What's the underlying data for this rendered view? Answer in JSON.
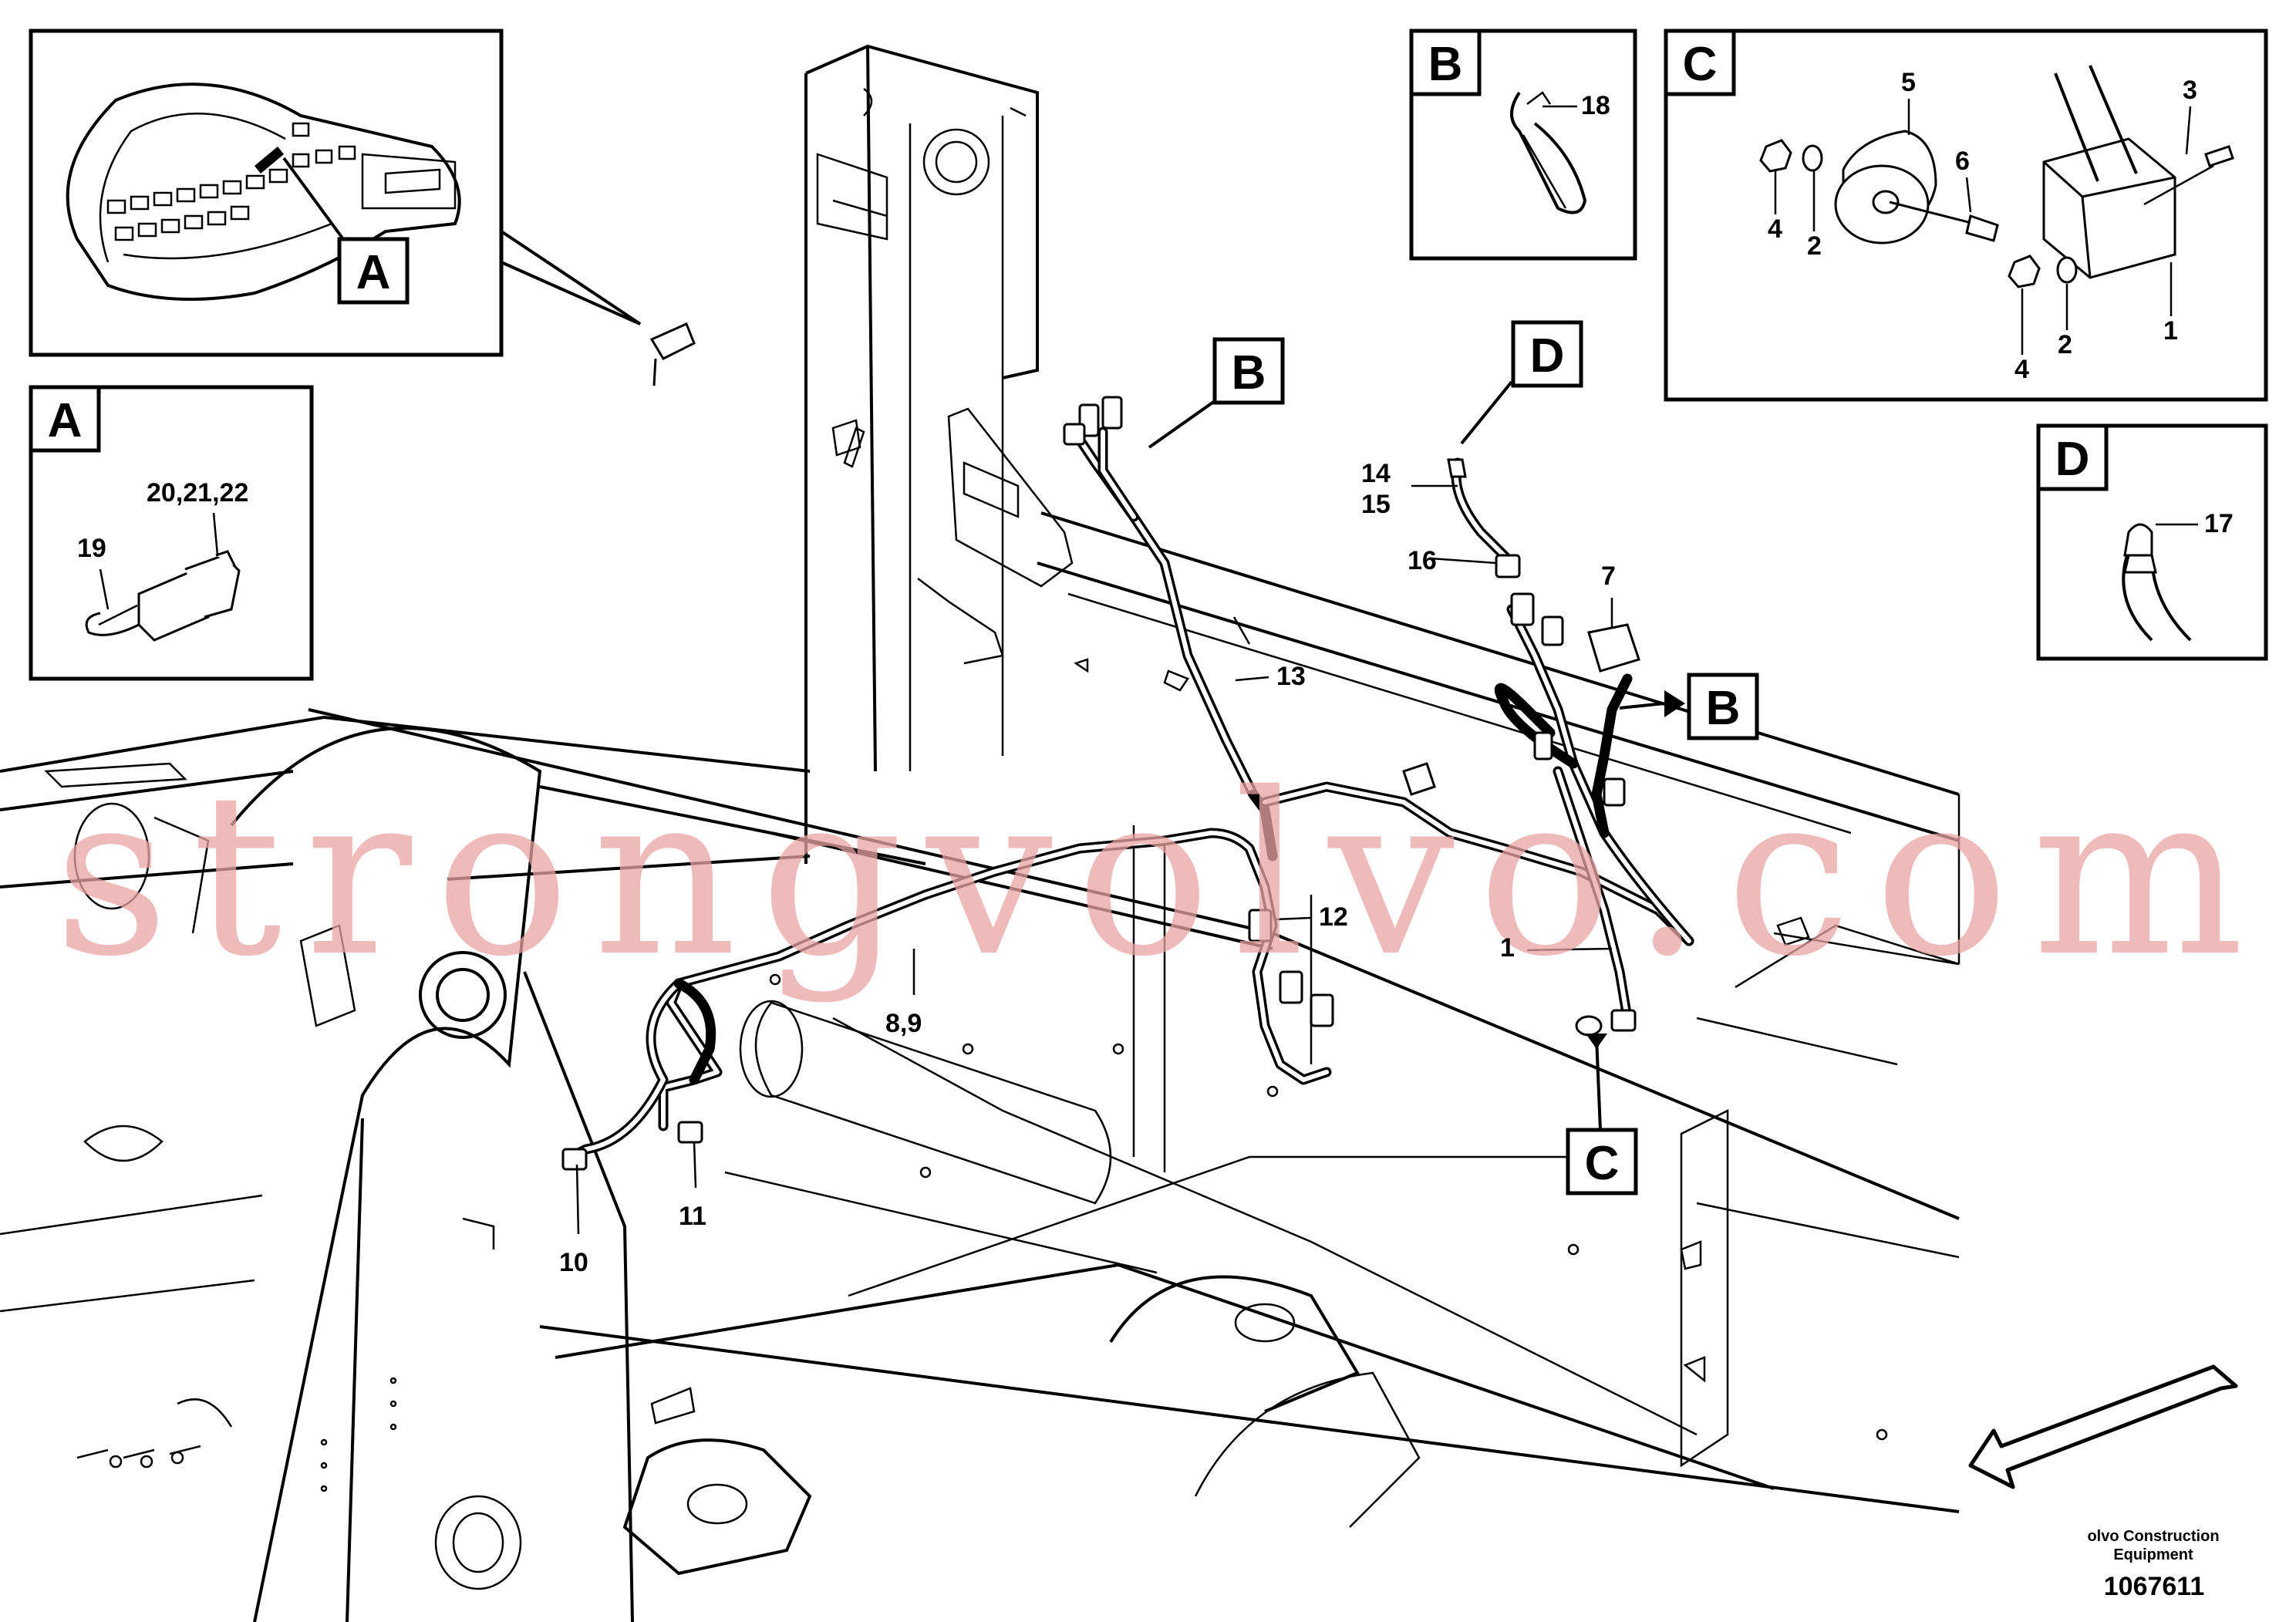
{
  "drawing_id": "1067611",
  "footer": {
    "line1": "olvo Construction",
    "line2": "Equipment"
  },
  "watermark": "strongvolvo.com",
  "view_tags": {
    "a": "A",
    "b": "B",
    "c": "C",
    "d": "D"
  },
  "callouts": {
    "p1_main": "1",
    "p7": "7",
    "p8_9": "8,9",
    "p10": "10",
    "p11": "11",
    "p12": "12",
    "p13": "13",
    "p14": "14",
    "p15": "15",
    "p16": "16"
  },
  "detail_a": {
    "p19": "19",
    "p20_21_22": "20,21,22"
  },
  "detail_b": {
    "p18": "18"
  },
  "detail_c": {
    "p1": "1",
    "p2a": "2",
    "p2b": "2",
    "p3": "3",
    "p4a": "4",
    "p4b": "4",
    "p5": "5",
    "p6": "6"
  },
  "detail_d": {
    "p17": "17"
  }
}
